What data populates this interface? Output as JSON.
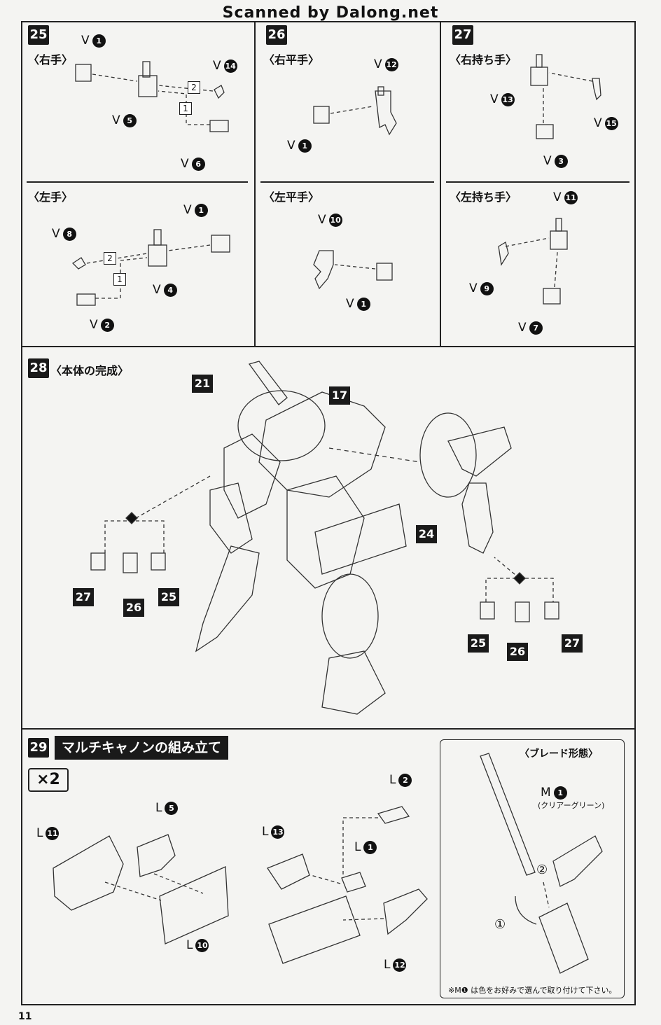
{
  "header": "Scanned by Dalong.net",
  "page_number": "11",
  "steps": {
    "s25": {
      "no": "25",
      "right_label": "〈右手〉",
      "left_label": "〈左手〉"
    },
    "s26": {
      "no": "26",
      "right_label": "〈右平手〉",
      "left_label": "〈左平手〉"
    },
    "s27": {
      "no": "27",
      "right_label": "〈右持ち手〉",
      "left_label": "〈左持ち手〉"
    },
    "s28": {
      "no": "28",
      "title": "〈本体の完成〉"
    },
    "s29": {
      "no": "29",
      "title": "マルチキャノンの組み立て",
      "multiplier": "×2"
    }
  },
  "parts": {
    "v": "V",
    "l": "L",
    "m": "M"
  },
  "order": {
    "one": "1",
    "two": "2"
  },
  "assembly_tags": {
    "t21": "21",
    "t17": "17",
    "t24": "24",
    "t25": "25",
    "t26": "26",
    "t27": "27"
  },
  "blade": {
    "title": "〈ブレード形態〉",
    "color_note": "(クリアーグリーン)",
    "note": "※M❶ は色をお好みで選んで取り付けて下さい。",
    "circle1": "①",
    "circle2": "②"
  },
  "part_numbers": {
    "n1": "1",
    "n2": "2",
    "n3": "3",
    "n4": "4",
    "n5": "5",
    "n6": "6",
    "n7": "7",
    "n8": "8",
    "n9": "9",
    "n10": "10",
    "n11": "11",
    "n12": "12",
    "n13": "13",
    "n14": "14",
    "n15": "15"
  }
}
